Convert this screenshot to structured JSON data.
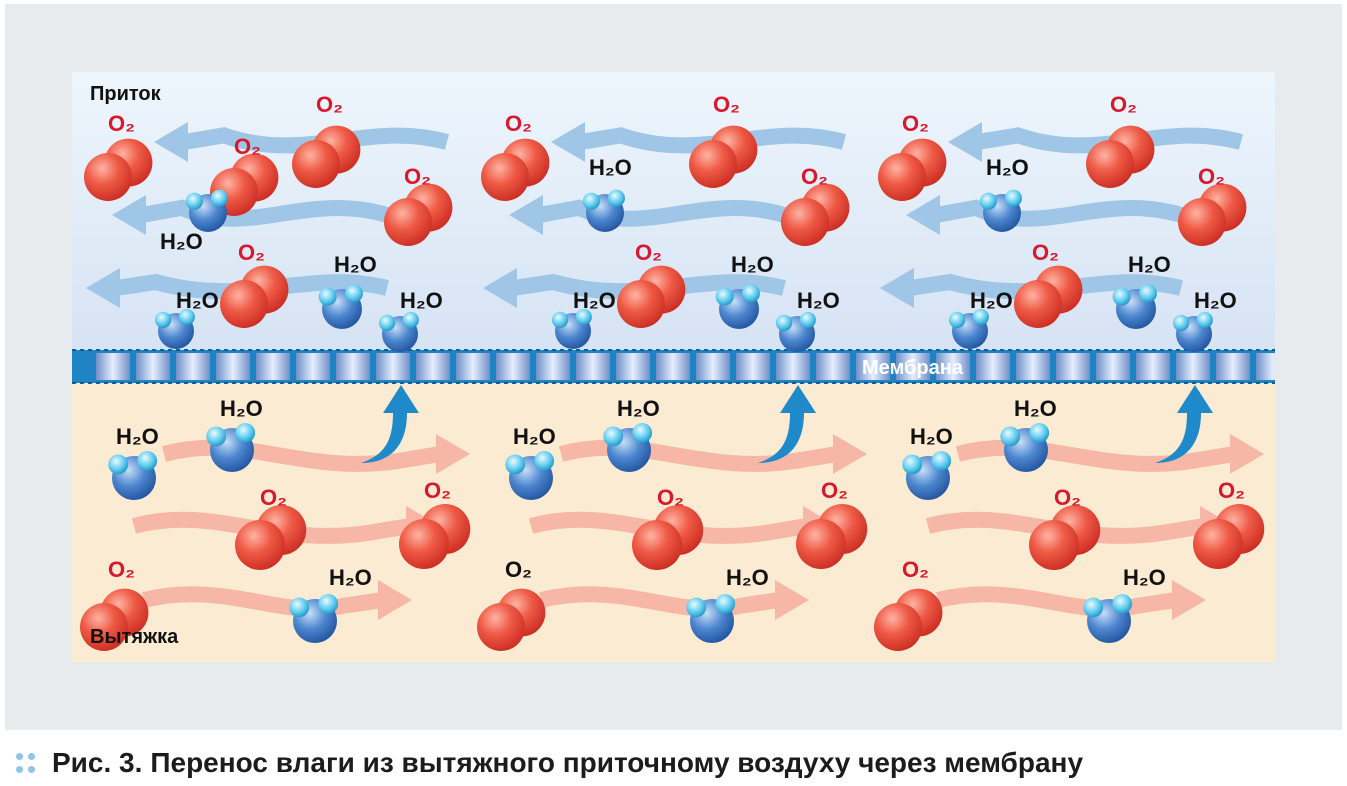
{
  "labels": {
    "supply": "Приток",
    "exhaust": "Вытяжка",
    "membrane": "Мембрана",
    "water": "H₂O",
    "oxygen": "O₂"
  },
  "caption": {
    "number": "Рис. 3.",
    "text": "Перенос влаги из вытяжного приточному воздуху через мембрану"
  },
  "colors": {
    "supply_bg_top": "#e8f3fb",
    "supply_bg_bottom": "#d8e5f5",
    "exhaust_bg": "#fcebd3",
    "membrane": "#1f83c3",
    "membrane_pore": "#a9c6ea",
    "oxygen": "#e8483c",
    "oxygen_label": "#d9182d",
    "water_body": "#3f7ec9",
    "water_h": "#5cc7ec",
    "supply_arrow": "#9fc6e6",
    "exhaust_arrow": "#f6b7a7",
    "transfer_arrow": "#1f8ac9"
  },
  "icons": [
    "oxygen-molecule-icon",
    "water-molecule-icon",
    "supply-flow-arrow-icon",
    "exhaust-flow-arrow-icon",
    "transfer-arrow-icon"
  ]
}
